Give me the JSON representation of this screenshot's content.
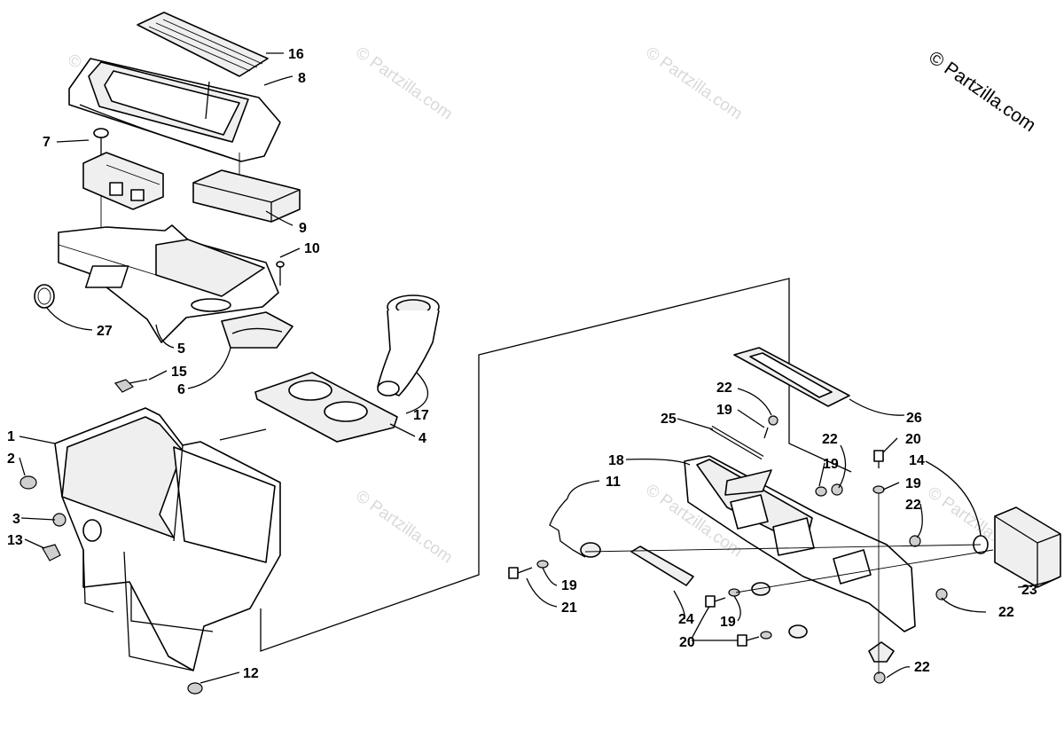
{
  "watermark": "© Partzilla.com",
  "copyright": "© Partzilla.com",
  "callouts": {
    "c16": "16",
    "c8": "8",
    "c7": "7",
    "c9": "9",
    "c10": "10",
    "c27": "27",
    "c5": "5",
    "c15": "15",
    "c6": "6",
    "c17": "17",
    "c4": "4",
    "c1": "1",
    "c2": "2",
    "c3": "3",
    "c13": "13",
    "c12": "12",
    "c26": "26",
    "c22a": "22",
    "c19a": "19",
    "c25": "25",
    "c22b": "22",
    "c20a": "20",
    "c14": "14",
    "c18": "18",
    "c11": "11",
    "c19b": "19",
    "c19c": "19",
    "c22c": "22",
    "c19d": "19",
    "c21": "21",
    "c24": "24",
    "c19e": "19",
    "c20b": "20",
    "c23": "23",
    "c22d": "22",
    "c22e": "22"
  }
}
